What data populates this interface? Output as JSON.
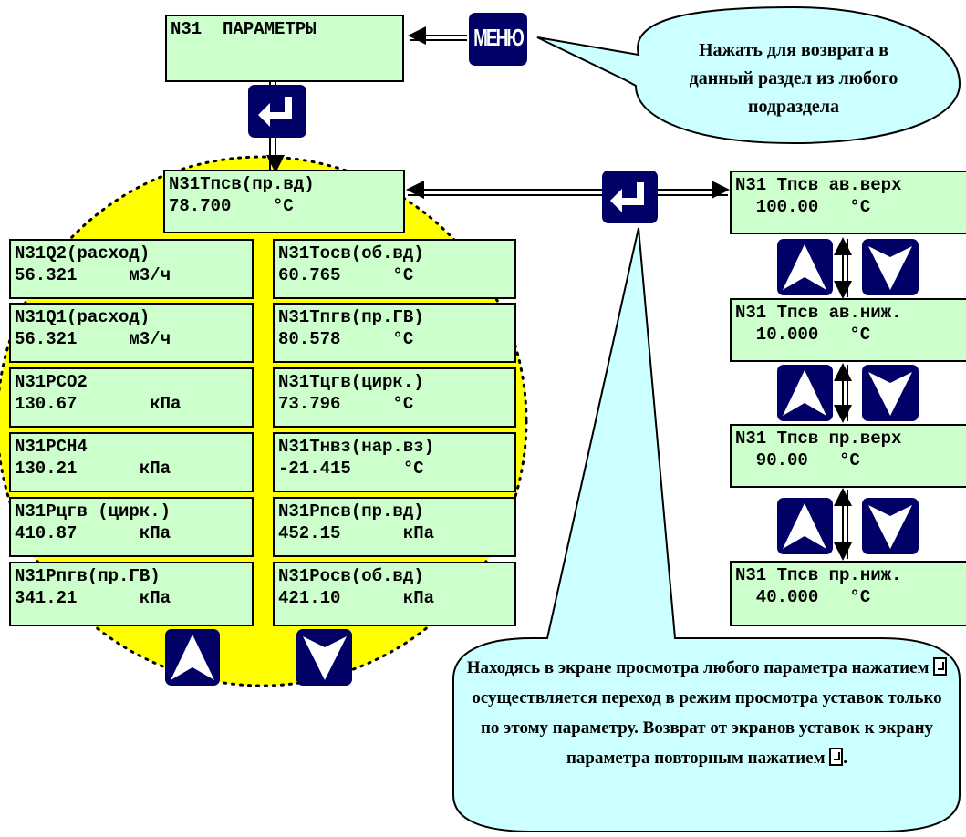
{
  "menu_screen": {
    "line1": "N31  ПАРАМЕТРЫ"
  },
  "menu_button": {
    "label": "МЕНЮ"
  },
  "bubble_top": {
    "text": "Нажать для возврата в данный раздел из любого подраздела"
  },
  "bubble_bottom": {
    "part1": "Находясь в экране просмотра любого параметра нажатием ",
    "part2": " осуществляется переход в режим просмотра уставок только по этому параметру. Возврат от экранов уставок к экрану параметра повторным нажатием ",
    "part3": "."
  },
  "center_screen": {
    "line1": "N31Тпсв(пр.вд)",
    "line2": "78.700    °С"
  },
  "left_screens": [
    {
      "line1": "N31Q2(расход)",
      "line2": "56.321     м3/ч"
    },
    {
      "line1": "N31Q1(расход)",
      "line2": "56.321     м3/ч"
    },
    {
      "line1": "N31PCO2",
      "line2": "130.67       кПа"
    },
    {
      "line1": "N31PCH4",
      "line2": "130.21      кПа"
    },
    {
      "line1": "N31Рцгв (цирк.)",
      "line2": "410.87      кПа"
    },
    {
      "line1": "N31Рпгв(пр.ГВ)",
      "line2": "341.21      кПа"
    }
  ],
  "mid_screens": [
    {
      "line1": "N31Тосв(об.вд)",
      "line2": "60.765     °С"
    },
    {
      "line1": "N31Тпгв(пр.ГВ)",
      "line2": "80.578     °С"
    },
    {
      "line1": "N31Тцгв(цирк.)",
      "line2": "73.796     °С"
    },
    {
      "line1": "N31Тнвз(нар.вз)",
      "line2": "-21.415     °С"
    },
    {
      "line1": "N31Рпсв(пр.вд)",
      "line2": "452.15      кПа"
    },
    {
      "line1": "N31Росв(об.вд)",
      "line2": "421.10      кПа"
    }
  ],
  "right_screens": [
    {
      "line1": "N31 Тпсв ав.верх",
      "line2": "  100.00   °С"
    },
    {
      "line1": "N31 Тпсв ав.ниж.",
      "line2": "  10.000   °С"
    },
    {
      "line1": "N31 Тпсв пр.верх",
      "line2": "  90.00   °С"
    },
    {
      "line1": "N31 Тпсв пр.ниж.",
      "line2": "  40.000   °С"
    }
  ],
  "colors": {
    "lcd_bg": "#ccffcc",
    "button": "#000066",
    "bubble": "#ccffff",
    "circle": "#ffff00"
  },
  "icons": [
    "enter-icon",
    "up-arrow-icon",
    "down-arrow-icon",
    "menu-button"
  ]
}
